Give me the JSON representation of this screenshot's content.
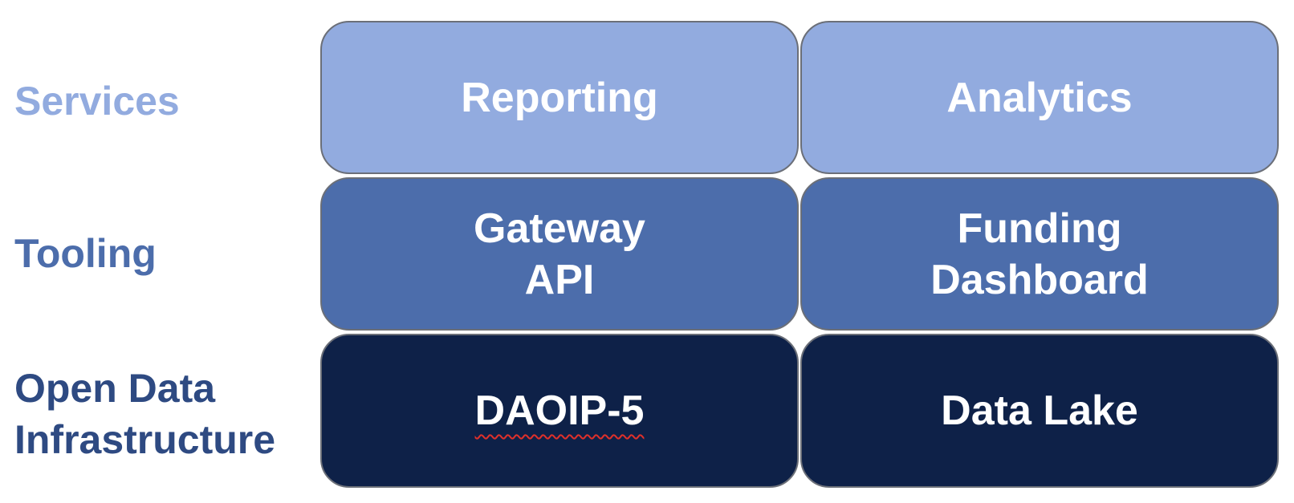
{
  "colors": {
    "services": "#92abdf",
    "tooling": "#4c6dab",
    "infrastructure": "#0e2148",
    "label_infrastructure": "#2e4a82",
    "box_border": "#6b6f78",
    "box_text": "#ffffff",
    "spellcheck_underline": "#e0302a"
  },
  "layers": [
    {
      "label": "Services",
      "boxes": [
        "Reporting",
        "Analytics"
      ]
    },
    {
      "label": "Tooling",
      "boxes": [
        "Gateway\nAPI",
        "Funding\nDashboard"
      ]
    },
    {
      "label": "Open Data\nInfrastructure",
      "boxes": [
        "DAOIP-5",
        "Data Lake"
      ]
    }
  ]
}
